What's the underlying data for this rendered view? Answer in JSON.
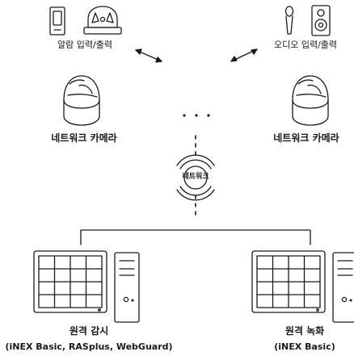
{
  "labels": {
    "alarm_io": "알람 입력/출력",
    "audio_io": "오디오 입력/출력",
    "camera_left": "네트워크 카메라",
    "camera_right": "네트워크 카메라",
    "network": "네트워크",
    "remote_monitor_title": "원격 감시",
    "remote_monitor_sub": "(iNEX Basic, RASplus, WebGuard)",
    "remote_record_title": "원격 녹화",
    "remote_record_sub": "(iNEX Basic)"
  },
  "icons": {
    "alarm_sensor": "door-sensor-icon",
    "alarm_siren": "siren-icon",
    "microphone": "microphone-icon",
    "speaker": "speaker-icon",
    "camera": "dome-camera-icon",
    "network": "network-hub-icon",
    "computer": "desktop-computer-icon"
  },
  "colors": {
    "line": "#1a1a1a",
    "background": "#ffffff"
  }
}
